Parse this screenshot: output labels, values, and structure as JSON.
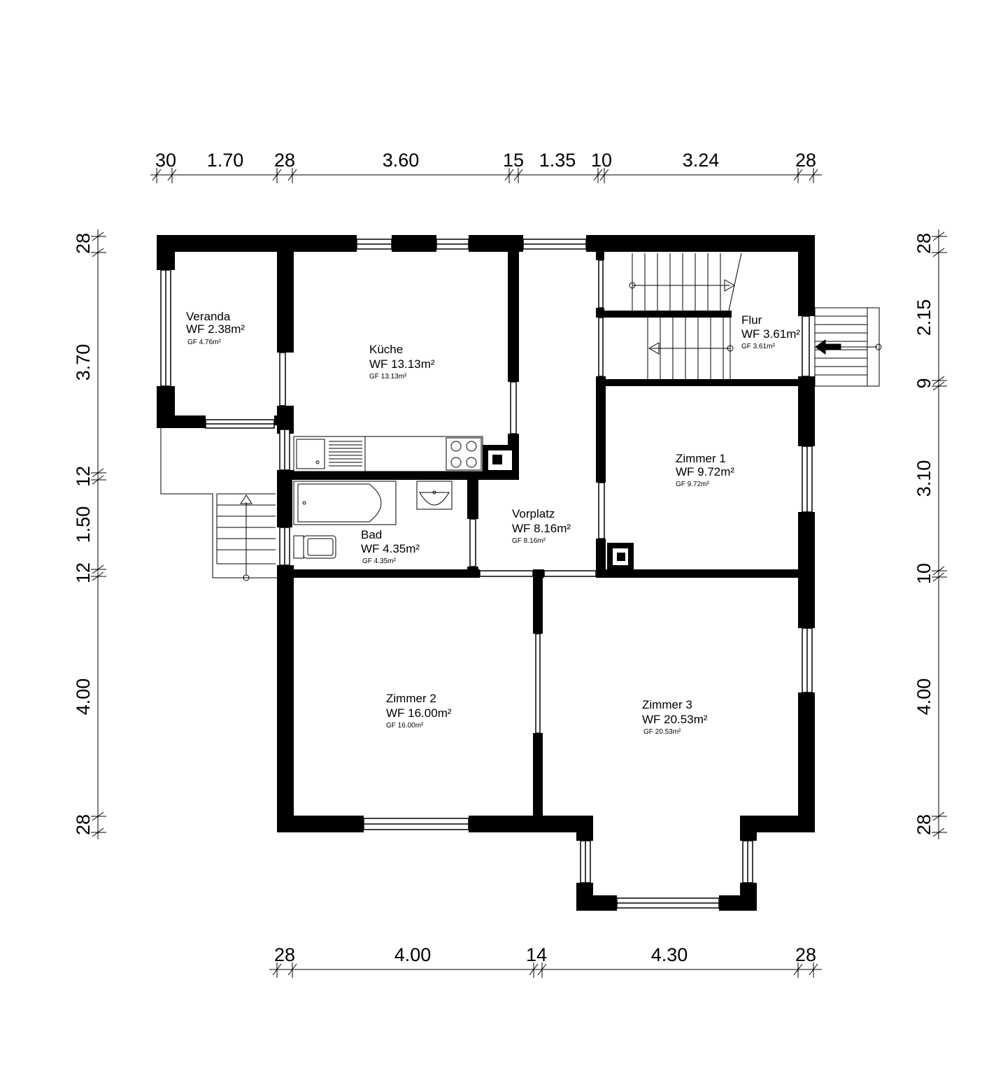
{
  "dimensions": {
    "top": [
      "30",
      "1.70",
      "28",
      "3.60",
      "15",
      "1.35",
      "10",
      "3.24",
      "28"
    ],
    "bottom": [
      "28",
      "4.00",
      "14",
      "4.30",
      "28"
    ],
    "left": [
      "28",
      "3.70",
      "12",
      "1.50",
      "12",
      "4.00",
      "28"
    ],
    "right": [
      "28",
      "2.15",
      "9",
      "3.10",
      "10",
      "4.00",
      "28"
    ]
  },
  "rooms": {
    "veranda": {
      "name": "Veranda",
      "wf": "WF 2.38m²",
      "gf": "GF 4.76m²"
    },
    "kueche": {
      "name": "Küche",
      "wf": "WF 13.13m²",
      "gf": "GF 13.13m²"
    },
    "flur": {
      "name": "Flur",
      "wf": "WF 3.61m²",
      "gf": "GF 3.61m²"
    },
    "zimmer1": {
      "name": "Zimmer 1",
      "wf": "WF 9.72m²",
      "gf": "GF 9.72m²"
    },
    "vorplatz": {
      "name": "Vorplatz",
      "wf": "WF 8.16m²",
      "gf": "GF 8.16m²"
    },
    "bad": {
      "name": "Bad",
      "wf": "WF 4.35m²",
      "gf": "GF 4.35m²"
    },
    "zimmer2": {
      "name": "Zimmer 2",
      "wf": "WF 16.00m²",
      "gf": "GF 16.00m²"
    },
    "zimmer3": {
      "name": "Zimmer 3",
      "wf": "WF 20.53m²",
      "gf": "GF 20.53m²"
    }
  }
}
